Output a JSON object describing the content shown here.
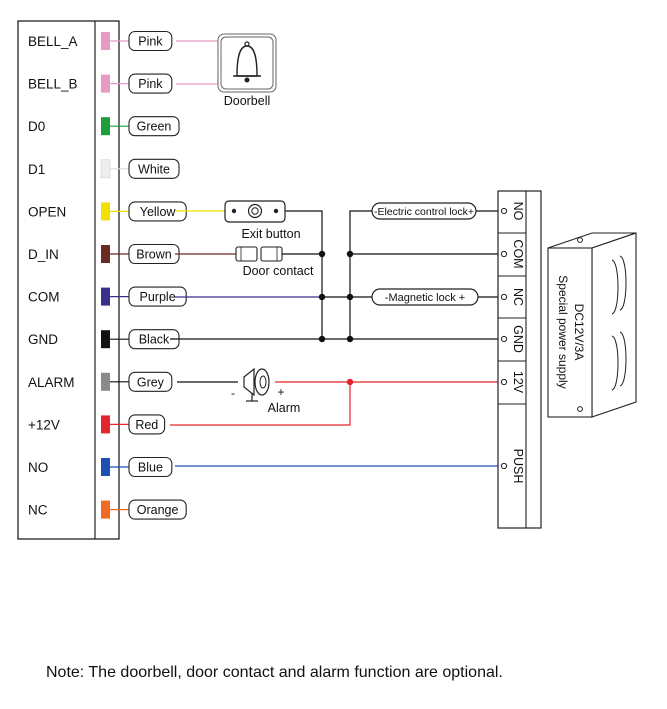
{
  "terminals": [
    {
      "label": "BELL_A",
      "wire": "Pink",
      "color": "#e79ac2"
    },
    {
      "label": "BELL_B",
      "wire": "Pink",
      "color": "#e79ac2"
    },
    {
      "label": "D0",
      "wire": "Green",
      "color": "#1e9e3a"
    },
    {
      "label": "D1",
      "wire": "White",
      "color": "#eeeeee"
    },
    {
      "label": "OPEN",
      "wire": "Yellow",
      "color": "#f2e000"
    },
    {
      "label": "D_IN",
      "wire": "Brown",
      "color": "#6b2b22"
    },
    {
      "label": "COM",
      "wire": "Purple",
      "color": "#3a2f8a"
    },
    {
      "label": "GND",
      "wire": "Black",
      "color": "#111111"
    },
    {
      "label": "ALARM",
      "wire": "Grey",
      "color": "#8a8a8a"
    },
    {
      "label": "+12V",
      "wire": "Red",
      "color": "#e3262b"
    },
    {
      "label": "NO",
      "wire": "Blue",
      "color": "#1d4fb3"
    },
    {
      "label": "NC",
      "wire": "Orange",
      "color": "#ef6a22"
    }
  ],
  "devices": {
    "doorbell": "Doorbell",
    "exit_button": "Exit button",
    "door_contact": "Door contact",
    "alarm": "Alarm",
    "alarm_minus": "-",
    "alarm_plus": "+"
  },
  "locks": {
    "electric": "-Electric control lock+",
    "magnetic": "-Magnetic lock +"
  },
  "power_supply": {
    "terminals": [
      "NO",
      "COM",
      "NC",
      "GND",
      "12V",
      "PUSH"
    ],
    "label_line1": "DC12V/3A",
    "label_line2": "Special power supply"
  },
  "note": "Note: The doorbell, door contact and alarm function are optional."
}
